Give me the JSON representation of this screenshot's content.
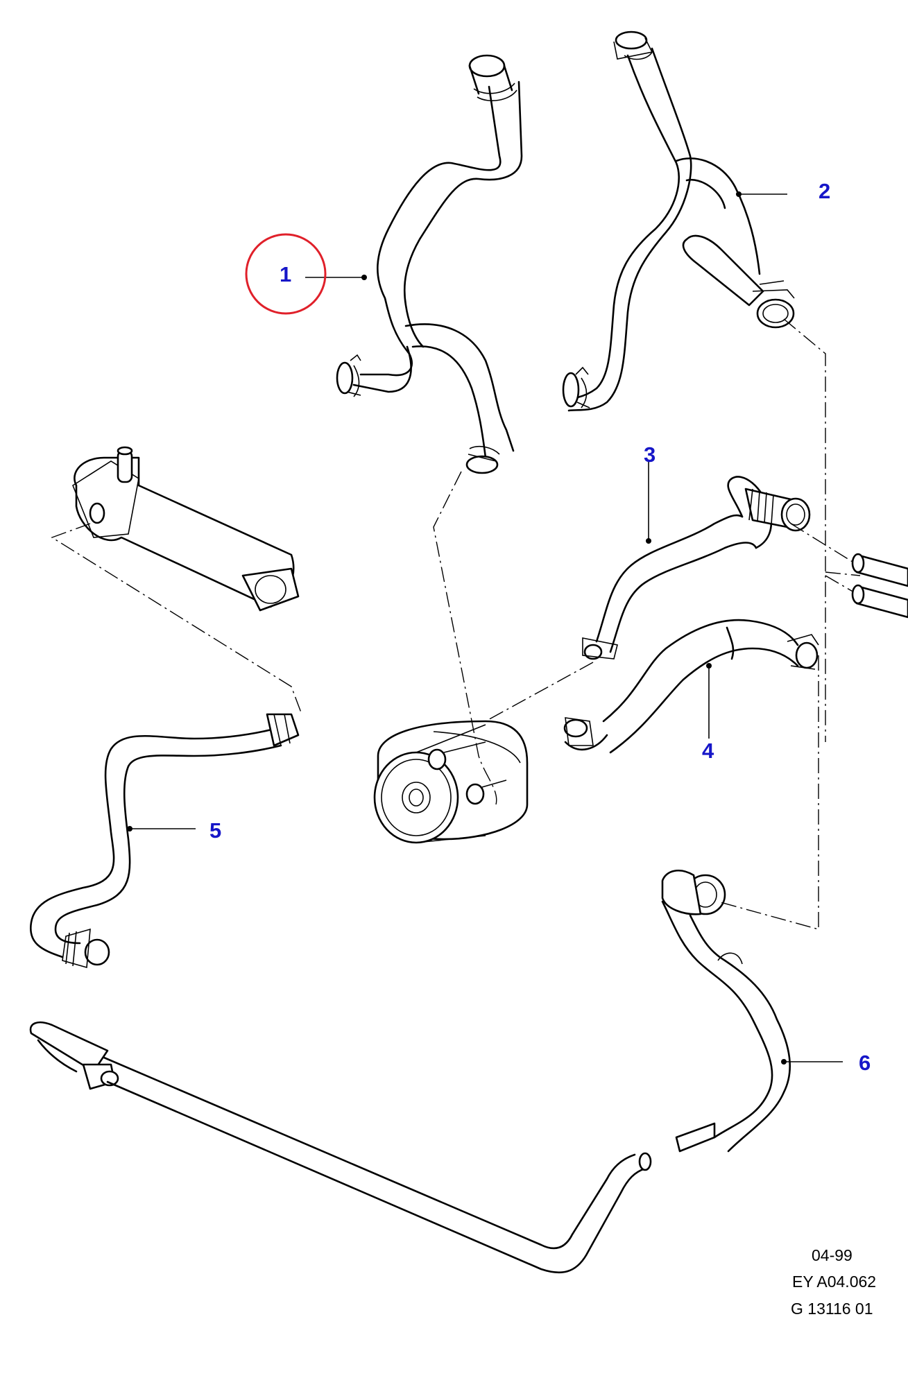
{
  "callouts": [
    {
      "id": "1",
      "label": "1",
      "highlighted": true
    },
    {
      "id": "2",
      "label": "2"
    },
    {
      "id": "3",
      "label": "3"
    },
    {
      "id": "4",
      "label": "4"
    },
    {
      "id": "5",
      "label": "5"
    },
    {
      "id": "6",
      "label": "6"
    }
  ],
  "footer": {
    "date": "04-99",
    "ref": "EY A04.062",
    "graphic": "G 13116 01"
  },
  "colors": {
    "callout_text": "#1616c8",
    "highlight_circle": "#e0202a",
    "line": "#000000"
  }
}
